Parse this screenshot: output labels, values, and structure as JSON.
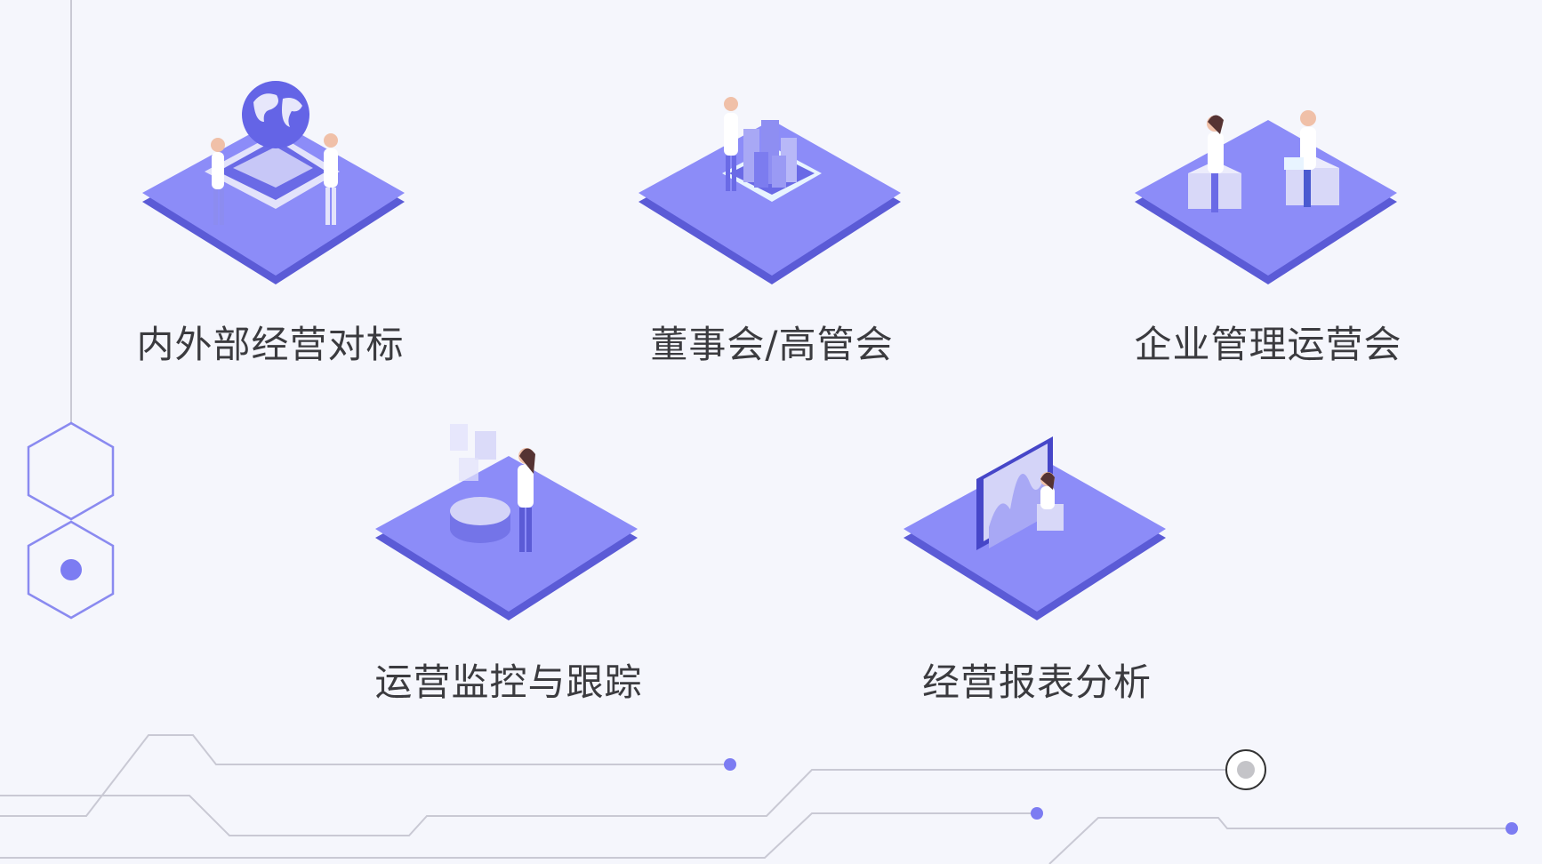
{
  "modules": [
    {
      "label": "内外部经营对标",
      "icon": "globe-chip-icon"
    },
    {
      "label": "董事会/高管会",
      "icon": "city-blocks-icon"
    },
    {
      "label": "企业管理运营会",
      "icon": "meeting-icon"
    },
    {
      "label": "运营监控与跟踪",
      "icon": "monitor-tracking-icon"
    },
    {
      "label": "经营报表分析",
      "icon": "report-chart-icon"
    }
  ],
  "colors": {
    "accent": "#7c7cf2",
    "accent_dark": "#5b5bd6",
    "background": "#f5f6fc",
    "line": "#c9c9d4",
    "text": "#3b3b3f"
  }
}
